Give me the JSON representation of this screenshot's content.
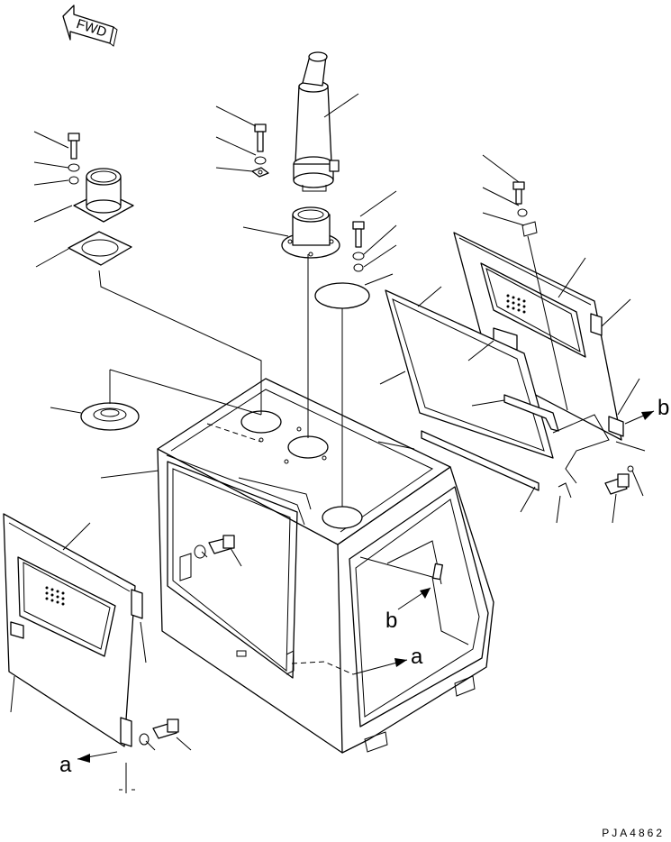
{
  "fwd_arrow": {
    "label": "FWD"
  },
  "view_marks": {
    "a": "a",
    "b": "b"
  },
  "drawing_code": "PJA4862"
}
